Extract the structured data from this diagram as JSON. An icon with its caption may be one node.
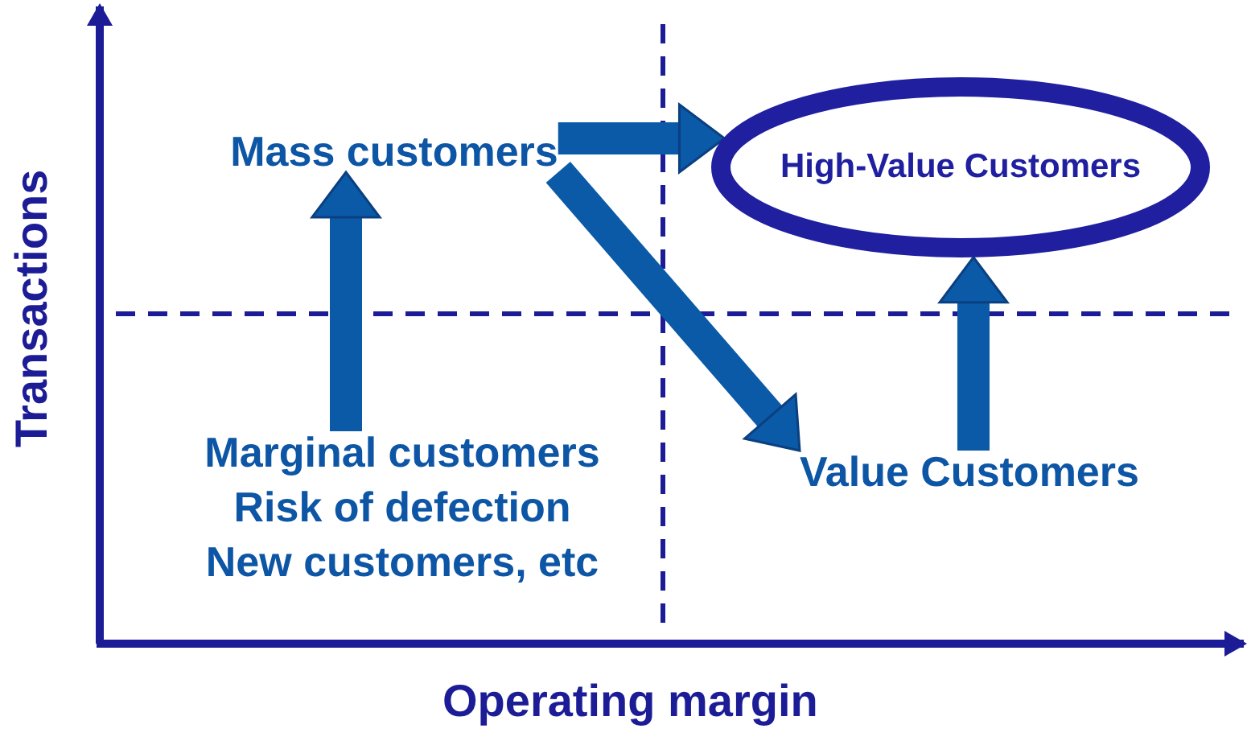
{
  "diagram": {
    "nodes": [
      {
        "text": [
          "Mass customers"
        ]
      },
      {
        "text": [
          "High-Value Customers"
        ]
      },
      {
        "text": [
          "Marginal customers",
          "Risk of defection",
          "New customers, etc"
        ]
      },
      {
        "text": [
          "Value Customers"
        ]
      }
    ],
    "edges": [
      {
        "from": 0,
        "to": 1,
        "arrow": "to"
      },
      {
        "from": 2,
        "to": 0,
        "arrow": "to"
      },
      {
        "from": 0,
        "to": 3,
        "arrow": "to"
      },
      {
        "from": 3,
        "to": 1,
        "arrow": "to"
      }
    ],
    "labels": [
      "Transactions",
      "Operating margin"
    ]
  }
}
